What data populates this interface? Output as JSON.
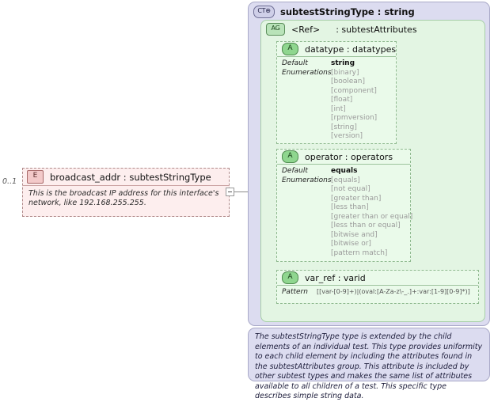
{
  "element": {
    "icon": "element-icon",
    "icon_label": "E",
    "cardinality": "0..1",
    "title": "broadcast_addr : subtestStringType",
    "documentation": "This is the broadcast IP address for this interface's network, like 192.168.255.255."
  },
  "complex_type": {
    "icon": "complextype-icon",
    "icon_label": "CT⊕",
    "title": "subtestStringType : string"
  },
  "attribute_group": {
    "icon": "attributegroup-icon",
    "icon_label": "AG",
    "ref": "<Ref>",
    "name": ": subtestAttributes"
  },
  "attributes": [
    {
      "icon": "attribute-icon",
      "icon_label": "A",
      "title": "datatype : datatypes",
      "facet_labels": [
        "Default",
        "Enumerations"
      ],
      "default": "string",
      "enumerations": [
        "[binary]",
        "[boolean]",
        "[component]",
        "[float]",
        "[int]",
        "[rpmversion]",
        "[string]",
        "[version]"
      ]
    },
    {
      "icon": "attribute-icon",
      "icon_label": "A",
      "title": "operator : operators",
      "facet_labels": [
        "Default",
        "Enumerations"
      ],
      "default": "equals",
      "enumerations": [
        "[equals]",
        "[not equal]",
        "[greater than]",
        "[less than]",
        "[greater than or equal]",
        "[less than or equal]",
        "[bitwise and]",
        "[bitwise or]",
        "[pattern match]"
      ]
    },
    {
      "icon": "attribute-icon",
      "icon_label": "A",
      "title": "var_ref   : varid",
      "pattern_label": "Pattern",
      "pattern": "[[var-[0-9]+)|(oval:[A-Za-z\\-_.]+:var:[1-9][0-9]*)]"
    }
  ],
  "documentation": {
    "text": "The subtestStringType type is extended by the child elements of an individual test.  This type provides uniformity to each child element by including the attributes found in the subtestAttributes group.  This attribute is included by other subtest types and makes the same list of attributes available to all children of a test.  This specific type describes simple string data."
  },
  "colors": {
    "element_fill": "#fdeeee",
    "element_border": "#b08a8a",
    "element_icon_fill": "#f3c9c9",
    "complextype_fill": "#dcdcf0",
    "attributegroup_fill": "#e3f5e3",
    "attribute_fill": "#eafaea",
    "attribute_icon_fill": "#8fd68f",
    "enum_text": "#9a9a9a"
  }
}
